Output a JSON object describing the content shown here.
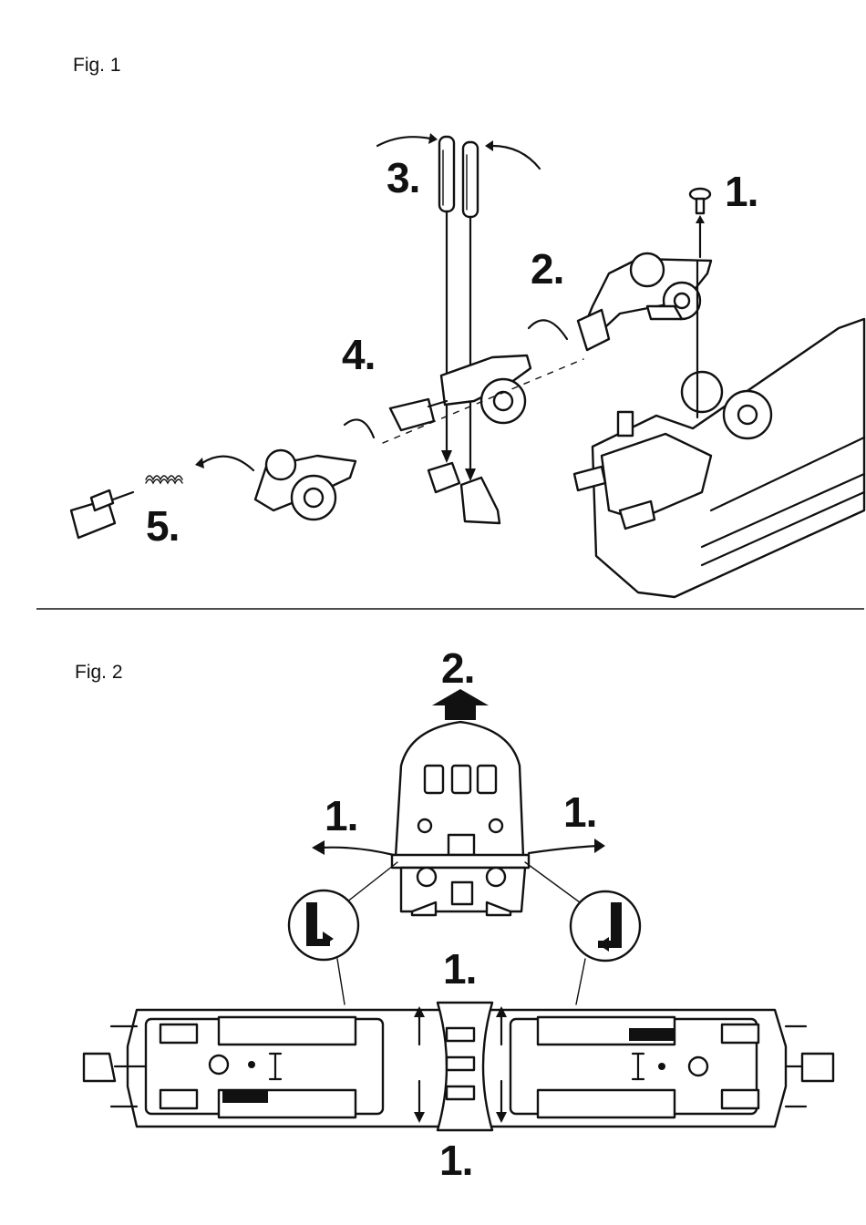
{
  "figures": [
    {
      "label": "Fig. 1",
      "steps": [
        "1.",
        "2.",
        "3.",
        "4.",
        "5."
      ]
    },
    {
      "label": "Fig. 2",
      "steps": [
        "2.",
        "1.",
        "1.",
        "1.",
        "1."
      ]
    }
  ],
  "icons": {
    "screwdriver": "screwdriver-icon",
    "screw": "screw-icon",
    "spring": "spring-icon",
    "arrow": "arrow-icon"
  },
  "colors": {
    "ink": "#111111",
    "paper": "#ffffff"
  }
}
